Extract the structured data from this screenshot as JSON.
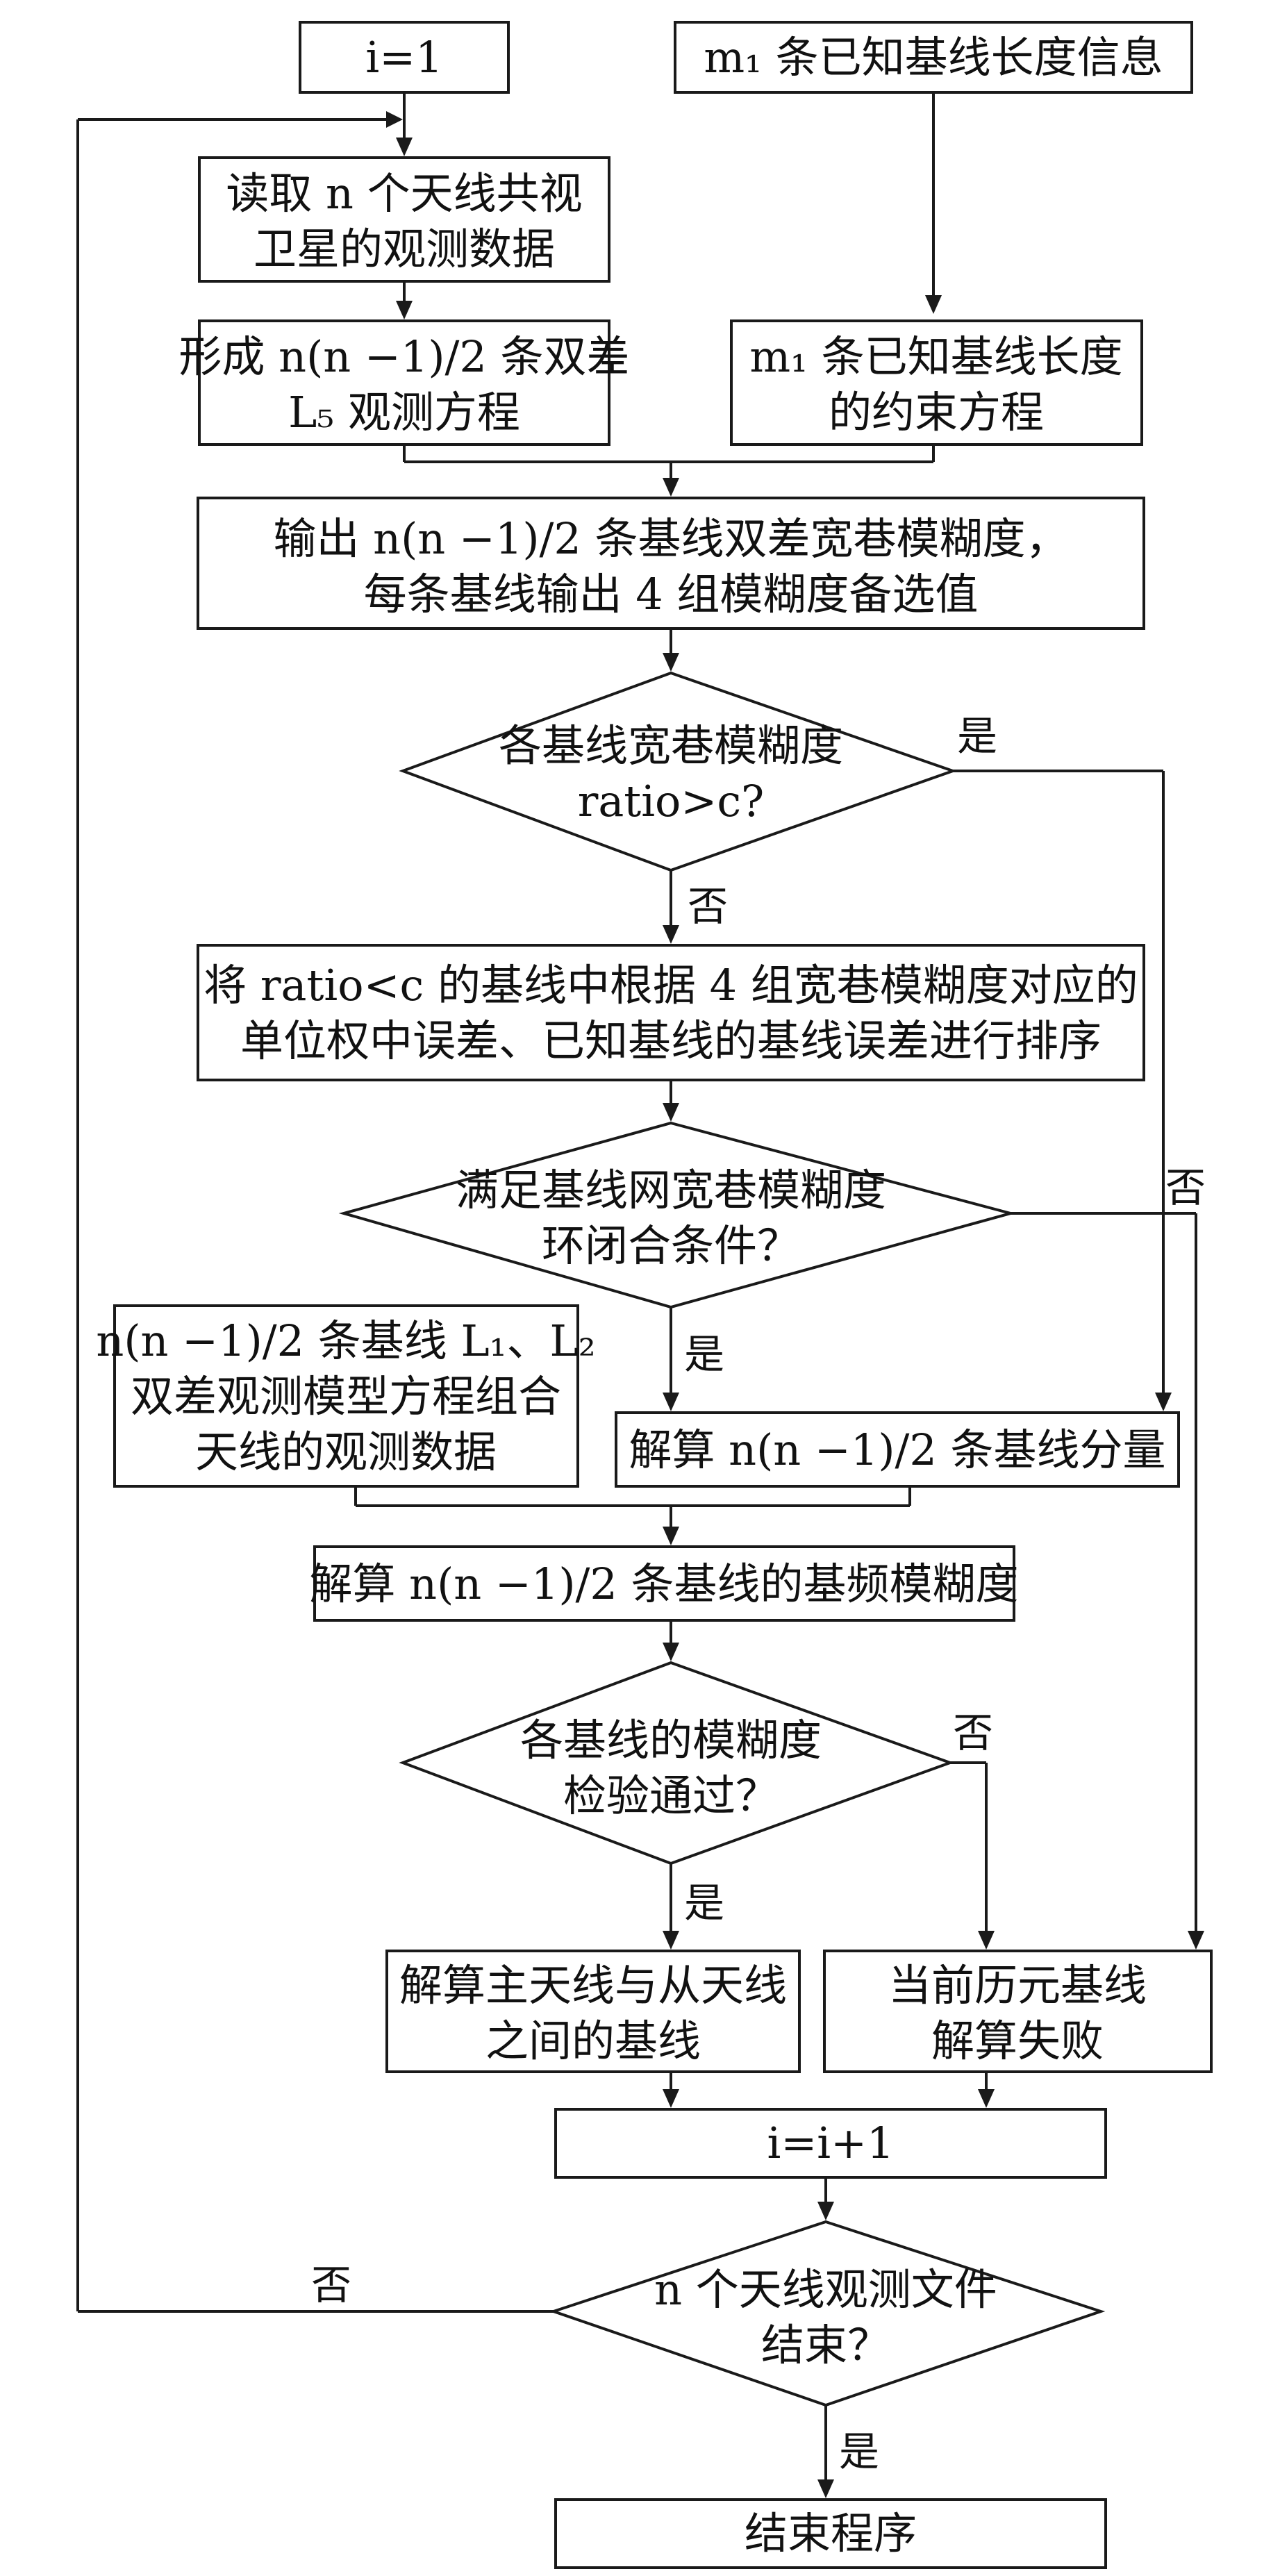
{
  "nodes": {
    "init": [
      "i=1"
    ],
    "known": [
      "m₁ 条已知基线长度信息"
    ],
    "read": [
      "读取 n 个天线共视",
      "卫星的观测数据"
    ],
    "form": [
      "形成 n(n −1)/2 条双差",
      "L₅ 观测方程"
    ],
    "constraint": [
      "m₁ 条已知基线长度",
      "的约束方程"
    ],
    "output": [
      "输出 n(n −1)/2 条基线双差宽巷模糊度，",
      "每条基线输出 4 组模糊度备选值"
    ],
    "ratio": [
      "各基线宽巷模糊度",
      "ratio>c?"
    ],
    "sort": [
      "将 ratio<c 的基线中根据 4 组宽巷模糊度对应的",
      "单位权中误差、已知基线的基线误差进行排序"
    ],
    "closure": [
      "满足基线网宽巷模糊度",
      "环闭合条件？"
    ],
    "l1l2": [
      "n(n −1)/2 条基线 L₁、L₂",
      "双差观测模型方程组合",
      "天线的观测数据"
    ],
    "solve_comp": [
      "解算 n(n −1)/2 条基线分量"
    ],
    "solve_base": [
      "解算 n(n −1)/2 条基线的基频模糊度"
    ],
    "check": [
      "各基线的模糊度",
      "检验通过？"
    ],
    "master": [
      "解算主天线与从天线",
      "之间的基线"
    ],
    "fail": [
      "当前历元基线",
      "解算失败"
    ],
    "incr": [
      "i=i+1"
    ],
    "end_check": [
      "n 个天线观测文件",
      "结束？"
    ],
    "end": [
      "结束程序"
    ]
  },
  "edge_labels": {
    "ratio_yes": "是",
    "ratio_no": "否",
    "closure_no": "否",
    "closure_yes": "是",
    "check_no": "否",
    "check_yes": "是",
    "end_no": "否",
    "end_yes": "是"
  }
}
